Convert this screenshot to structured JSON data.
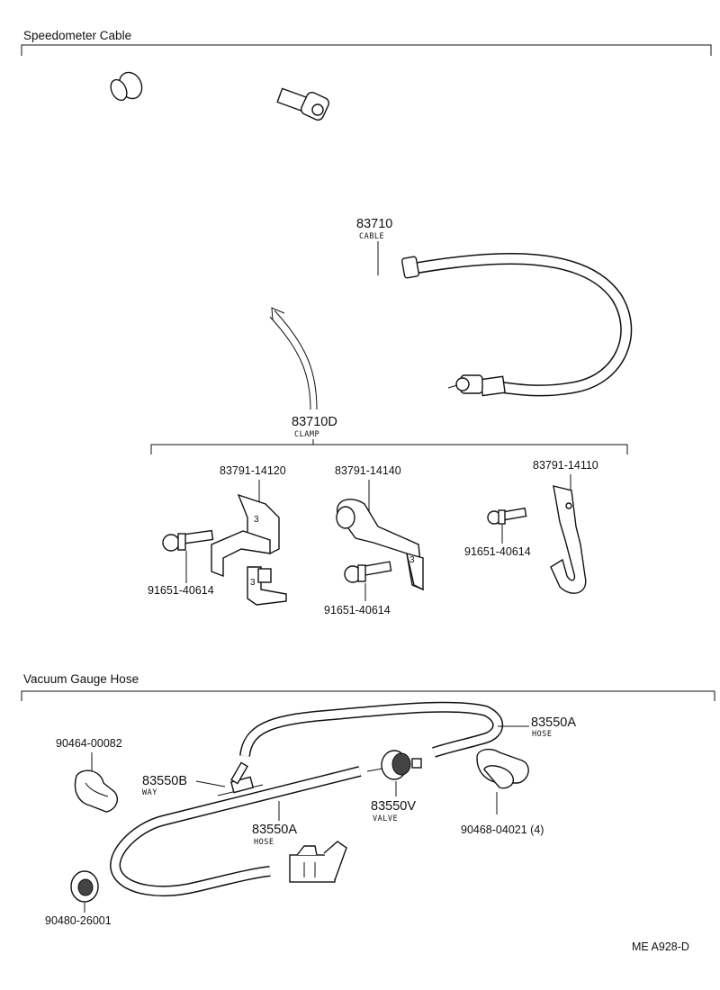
{
  "sections": {
    "speedometer": "Speedometer Cable",
    "vacuum": "Vacuum Gauge Hose"
  },
  "parts": {
    "p83710": {
      "code": "83710",
      "name": "CABLE"
    },
    "p83710D": {
      "code": "83710D",
      "name": "CLAMP"
    },
    "c14120": "83791-14120",
    "c14140": "83791-14140",
    "c14110": "83791-14110",
    "b1": "91651-40614",
    "b2": "91651-40614",
    "b3": "91651-40614",
    "p83550A_top": {
      "code": "83550A",
      "name": "HOSE"
    },
    "p83550B": {
      "code": "83550B",
      "name": "WAY"
    },
    "p83550V": {
      "code": "83550V",
      "name": "VALVE"
    },
    "p83550A_bot": {
      "code": "83550A",
      "name": "HOSE"
    },
    "p90464": "90464-00082",
    "p90468": "90468-04021 (4)",
    "p90480": "90480-26001"
  },
  "footer": {
    "code": "ME  A928-D"
  }
}
